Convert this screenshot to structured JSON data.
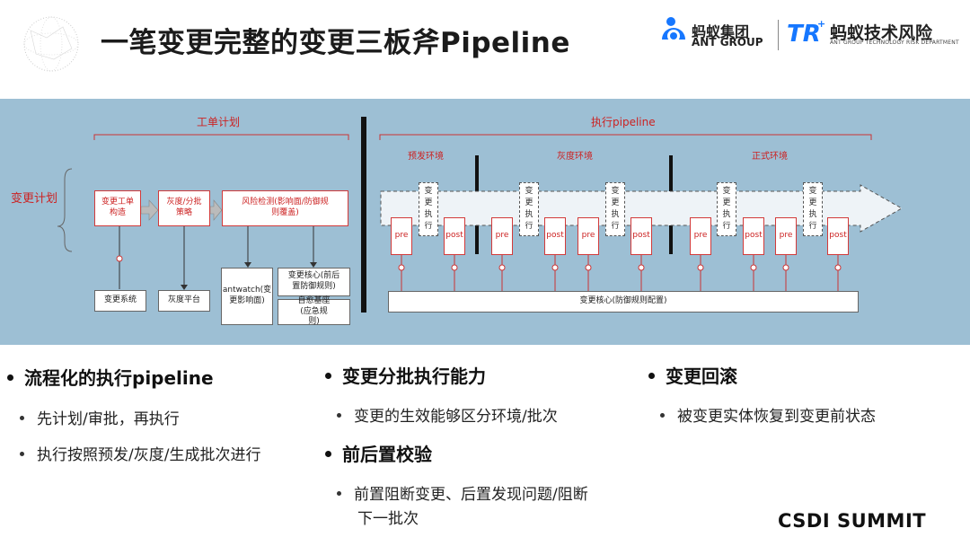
{
  "header": {
    "title": "一笔变更完整的变更三板斧Pipeline",
    "ant_brand_cn": "蚂蚁集团",
    "ant_brand_en": "ANT GROUP",
    "tr_brand_cn": "蚂蚁技术风险",
    "tr_brand_en": "ANT GROUP TECHNOLOGY RISK DEPARTMENT",
    "tr_logo": "TR",
    "icons": [
      "globe-icon",
      "ant-group-logo-icon",
      "tr-logo-icon"
    ]
  },
  "diagram": {
    "work_order_title": "工单计划",
    "change_plan_label": "变更计划",
    "box_change_ticket": "变更工单构造",
    "box_gray_batch": "灰度/分批策略",
    "box_risk_detect": "风险检测(影响面/防御规则覆盖)",
    "sys_change": "变更系统",
    "sys_gray": "灰度平台",
    "sys_antwatch": "antwatch(变更影响面)",
    "sys_change_core": "变更核心(前后置防御规则)",
    "sys_self_heal": "自愈基座(应急规则)",
    "pipeline_title": "执行pipeline",
    "env_pre": "预发环境",
    "env_gray": "灰度环境",
    "env_prod": "正式环境",
    "exec_label": "变更执行",
    "pre_label": "pre",
    "post_label": "post",
    "core_bar": "变更核心(防御规则配置)"
  },
  "bullets": {
    "col1_head": "流程化的执行pipeline",
    "col1_sub1": "先计划/审批，再执行",
    "col1_sub2": "执行按照预发/灰度/生成批次进行",
    "col2_head1": "变更分批执行能力",
    "col2_sub1": "变更的生效能够区分环境/批次",
    "col2_head2": "前后置校验",
    "col2_sub2_line1": "前置阻断变更、后置发现问题/阻断",
    "col2_sub2_line2": "下一批次",
    "col3_head": "变更回滚",
    "col3_sub1": "被变更实体恢复到变更前状态"
  },
  "footer": {
    "summit": "CSDI SUMMIT"
  },
  "colors": {
    "panel": "#9dbfd4",
    "accent_red": "#d23a3a",
    "ant_blue": "#1677ff"
  }
}
